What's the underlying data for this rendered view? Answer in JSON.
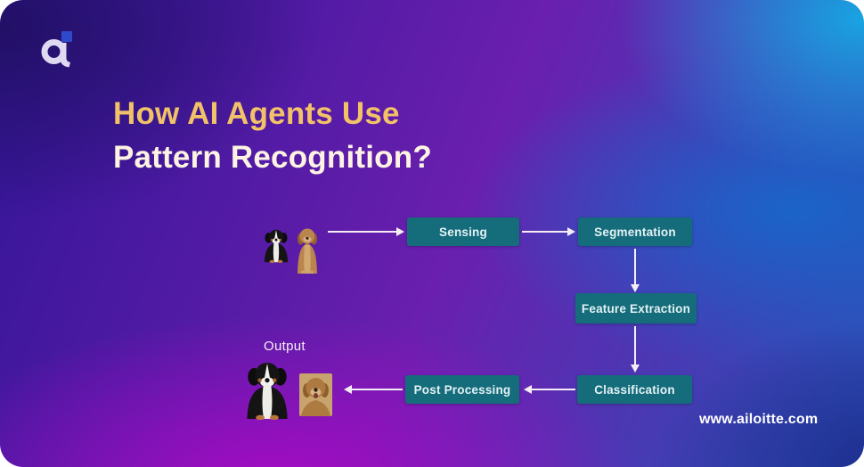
{
  "title": {
    "line1": "How AI Agents Use",
    "line2": "Pattern Recognition?",
    "line1_color": "#F2C268",
    "line2_color": "#FDF3E2"
  },
  "flow": {
    "nodes": [
      {
        "id": "sensing",
        "label": "Sensing"
      },
      {
        "id": "segmentation",
        "label": "Segmentation"
      },
      {
        "id": "feature_extraction",
        "label": "Feature Extraction"
      },
      {
        "id": "classification",
        "label": "Classification"
      },
      {
        "id": "post_processing",
        "label": "Post Processing"
      }
    ],
    "output_label": "Output",
    "box_color": "#156C7B",
    "box_text_color": "#E3F2F4",
    "arrow_color": "#F5ECF4"
  },
  "images": {
    "input": "two-dogs-sitting-photo",
    "output_left": "bernese-mountain-dog-photo",
    "output_right": "golden-retriever-photo"
  },
  "footer": {
    "website": "www.ailoitte.com"
  },
  "logo": {
    "name": "ailoitte-logo",
    "glyph_color": "#DFDAF2",
    "accent_color": "#2F49CC"
  },
  "background_colors": {
    "indigo": "#221066",
    "violet": "#A50BC4",
    "blue": "#1A64C8",
    "cyan": "#18A4E2",
    "navy": "#1D2C8C"
  }
}
